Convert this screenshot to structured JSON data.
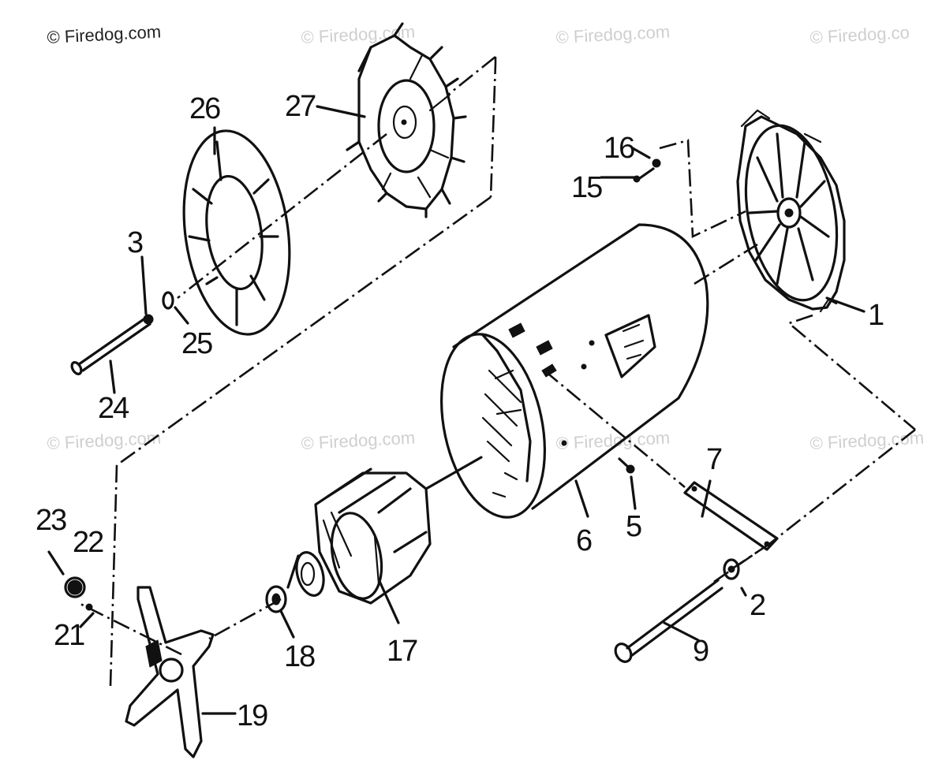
{
  "watermark": {
    "main": "© Firedog.com",
    "faint": "© Firedog.com",
    "faint_cut": "© Firedog.co",
    "faint_mid": "© Fire",
    "faint_mid2": "dog.com"
  },
  "parts": {
    "p1": "1",
    "p2": "2",
    "p3": "3",
    "p5": "5",
    "p6": "6",
    "p7": "7",
    "p9": "9",
    "p15": "15",
    "p16": "16",
    "p17": "17",
    "p18": "18",
    "p19": "19",
    "p21": "21",
    "p22": "22",
    "p23": "23",
    "p24": "24",
    "p25": "25",
    "p26": "26",
    "p27": "27"
  }
}
